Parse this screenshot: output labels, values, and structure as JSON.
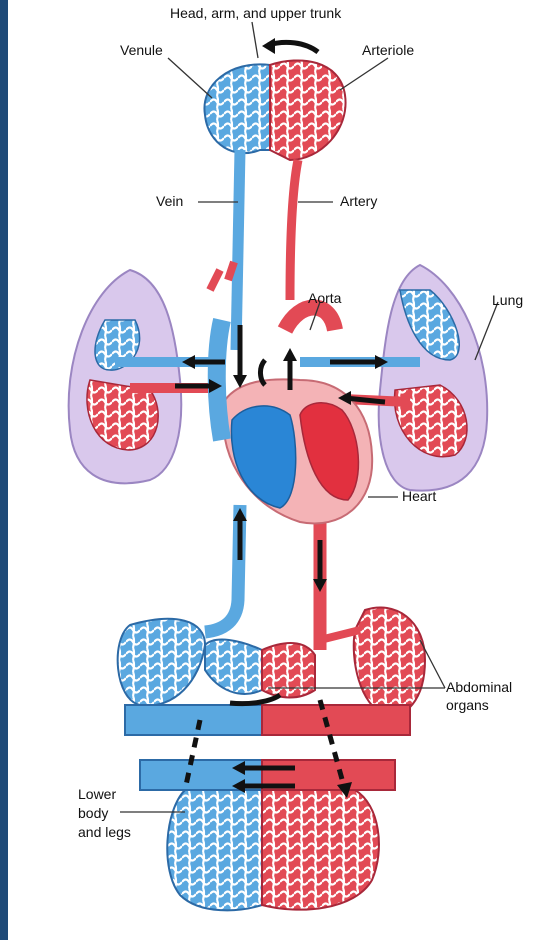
{
  "diagram": {
    "labels": {
      "head_region": "Head, arm, and upper trunk",
      "venule": "Venule",
      "arteriole": "Arteriole",
      "vein": "Vein",
      "artery": "Artery",
      "aorta": "Aorta",
      "lung": "Lung",
      "heart": "Heart",
      "abdominal_line1": "Abdominal",
      "abdominal_line2": "organs",
      "lower_line1": "Lower",
      "lower_line2": "body",
      "lower_line3": "and legs"
    },
    "colors": {
      "venous_blue": "#5aa8e0",
      "venous_outline": "#2c6aa6",
      "arterial_red": "#e24a55",
      "arterial_outline": "#a8283a",
      "lung_fill": "#d9c8ec",
      "heart_pink": "#f4b3b6",
      "frame_blue": "#1f4a78",
      "arrow_black": "#111111"
    }
  }
}
